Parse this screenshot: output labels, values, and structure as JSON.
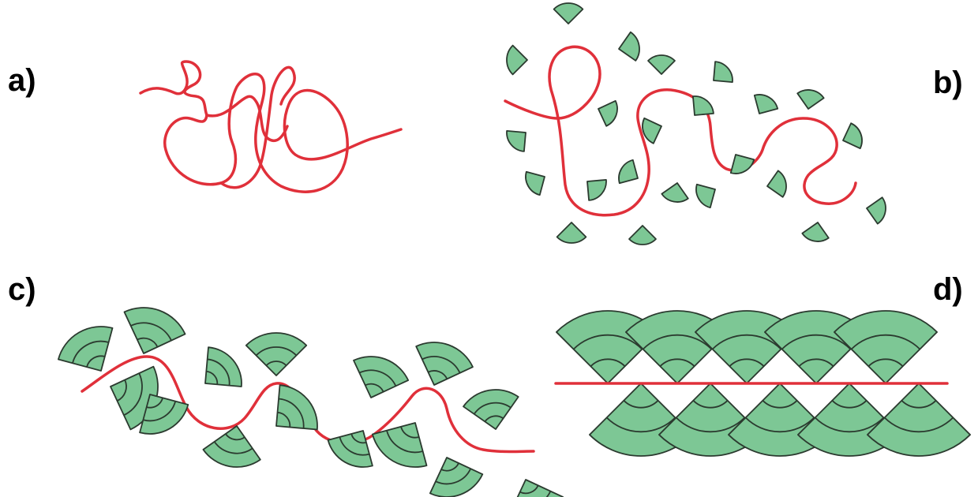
{
  "panels": [
    {
      "id": "a",
      "label": "a)"
    },
    {
      "id": "b",
      "label": "b)"
    },
    {
      "id": "c",
      "label": "c)"
    },
    {
      "id": "d",
      "label": "d)"
    }
  ],
  "colors": {
    "chain": "#e0303a",
    "sector_fill": "#7dc795",
    "sector_stroke": "#2b3a2f",
    "label": "#000000"
  }
}
